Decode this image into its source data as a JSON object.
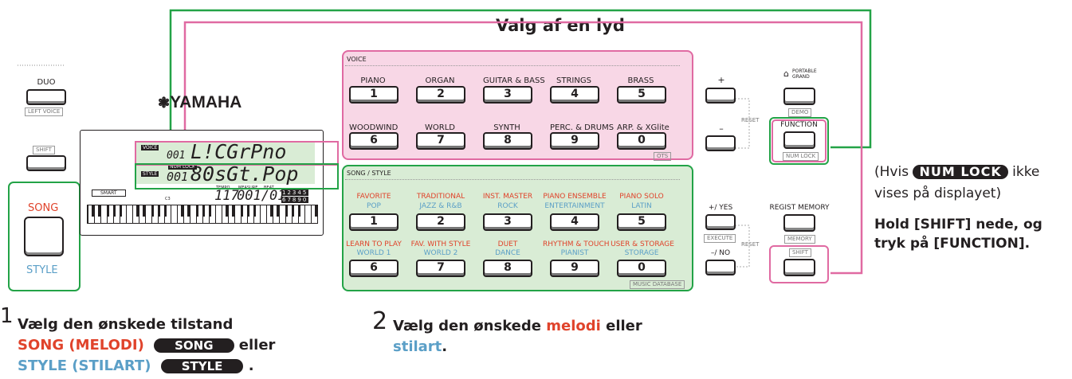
{
  "title": "Valg af en lyd",
  "left_panel": {
    "duo": "DUO",
    "left_voice": "LEFT VOICE",
    "shift": "SHIFT",
    "song": "SONG",
    "style": "STYLE"
  },
  "brand": "YAMAHA",
  "lcd": {
    "voice_tag": "VOICE",
    "voice_num": "001",
    "voice_name": "L!CGrPno",
    "style_tag": "STYLE",
    "numlock_tag": "NUM LOCK",
    "style_num": "001",
    "style_name": "80sGt.Pop",
    "smart": "SMART",
    "tempo_label": "TEMPO",
    "measure_label": "MEASURE",
    "beat_label": "BEAT",
    "tempo": "117",
    "measure": "001/01",
    "beat_digits_top": "12345",
    "beat_digits_bottom": "67890",
    "c3": "C3"
  },
  "voice_panel": {
    "header": "VOICE",
    "row1": [
      {
        "label": "PIANO",
        "num": "1"
      },
      {
        "label": "ORGAN",
        "num": "2"
      },
      {
        "label": "GUITAR & BASS",
        "num": "3"
      },
      {
        "label": "STRINGS",
        "num": "4"
      },
      {
        "label": "BRASS",
        "num": "5"
      }
    ],
    "row2": [
      {
        "label": "WOODWIND",
        "num": "6"
      },
      {
        "label": "WORLD",
        "num": "7"
      },
      {
        "label": "SYNTH",
        "num": "8"
      },
      {
        "label": "PERC. & DRUMS",
        "num": "9"
      },
      {
        "label": "ARP. & XGlite",
        "num": "0"
      }
    ],
    "ots": "OTS"
  },
  "song_panel": {
    "header": "SONG / STYLE",
    "row1": [
      {
        "song": "FAVORITE",
        "style": "POP",
        "num": "1"
      },
      {
        "song": "TRADITIONAL",
        "style": "JAZZ & R&B",
        "num": "2"
      },
      {
        "song": "INST. MASTER",
        "style": "ROCK",
        "num": "3"
      },
      {
        "song": "PIANO ENSEMBLE",
        "style": "ENTERTAINMENT",
        "num": "4"
      },
      {
        "song": "PIANO SOLO",
        "style": "LATIN",
        "num": "5"
      }
    ],
    "row2": [
      {
        "song": "LEARN TO PLAY",
        "style": "WORLD 1",
        "num": "6"
      },
      {
        "song": "FAV. WITH STYLE",
        "style": "WORLD 2",
        "num": "7"
      },
      {
        "song": "DUET",
        "style": "DANCE",
        "num": "8"
      },
      {
        "song": "RHYTHM & TOUCH",
        "style": "PIANIST",
        "num": "9"
      },
      {
        "song": "USER & STORAGE",
        "style": "STORAGE",
        "num": "0"
      }
    ],
    "music_database": "MUSIC DATABASE"
  },
  "right_controls": {
    "plus": "+",
    "minus": "–",
    "reset": "RESET",
    "yes": "+/ YES",
    "execute": "EXECUTE",
    "no": "–/ NO",
    "reset2": "RESET",
    "portable_grand_1": "PORTABLE",
    "portable_grand_2": "GRAND",
    "demo": "DEMO",
    "function": "FUNCTION",
    "num_lock": "NUM LOCK",
    "regist_memory": "REGIST MEMORY",
    "memory": "MEMORY",
    "shift": "SHIFT"
  },
  "note": {
    "line1_pre": "(Hvis",
    "pill": "NUM LOCK",
    "line1_post": "ikke",
    "line2": "vises på displayet)",
    "bold1": "Hold [SHIFT] nede, og",
    "bold2": "tryk på [FUNCTION]."
  },
  "step1": {
    "num": "1",
    "line1": "Vælg den ønskede tilstand",
    "song_text": "SONG (MELODI)",
    "song_pill": "SONG",
    "eller": "eller",
    "style_text": "STYLE (STILART)",
    "style_pill": "STYLE",
    "dot": "."
  },
  "step2": {
    "num": "2",
    "pre": "Vælg den ønskede",
    "melodi": "melodi",
    "eller": "eller",
    "stilart": "stilart",
    "dot": "."
  },
  "colors": {
    "green": "#23a347",
    "pink": "#e06aa2",
    "pink_fill": "#f8d7e6",
    "green_fill": "#d9ecd5",
    "red": "#e0432b",
    "blue": "#5b9fc7"
  }
}
